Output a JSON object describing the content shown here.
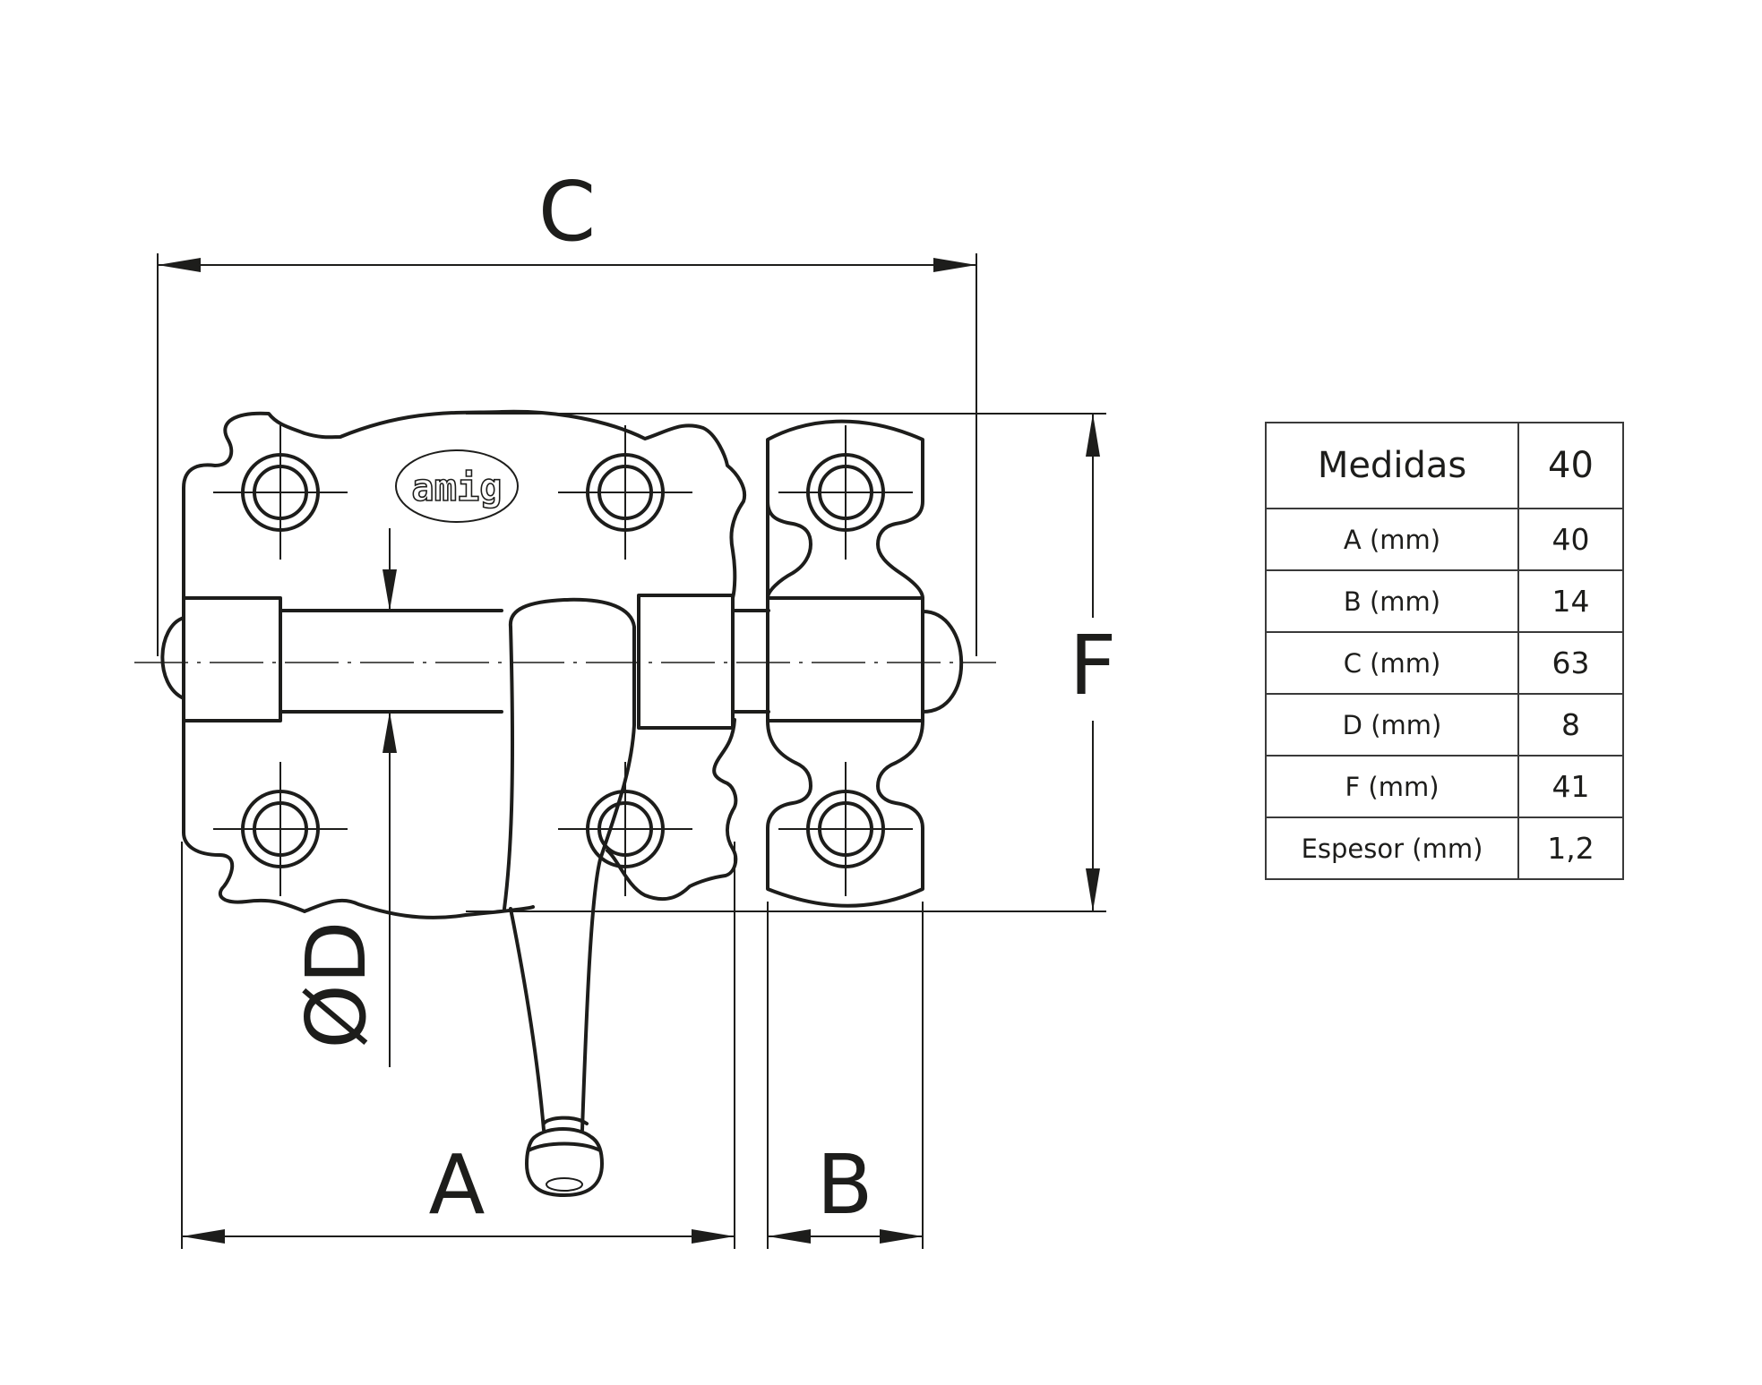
{
  "diagram": {
    "subject": "Tower bolt / door latch with handle, technical dimension drawing",
    "logo_text": "amig",
    "dimension_labels": {
      "A": "A",
      "B": "B",
      "C": "C",
      "D": "ØD",
      "F": "F"
    }
  },
  "spec_table": {
    "header": {
      "label": "Medidas",
      "value": "40"
    },
    "rows": [
      {
        "label": "A (mm)",
        "value": "40"
      },
      {
        "label": "B (mm)",
        "value": "14"
      },
      {
        "label": "C (mm)",
        "value": "63"
      },
      {
        "label": "D (mm)",
        "value": "8"
      },
      {
        "label": "F (mm)",
        "value": "41"
      },
      {
        "label": "Espesor (mm)",
        "value": "1,2"
      }
    ]
  }
}
